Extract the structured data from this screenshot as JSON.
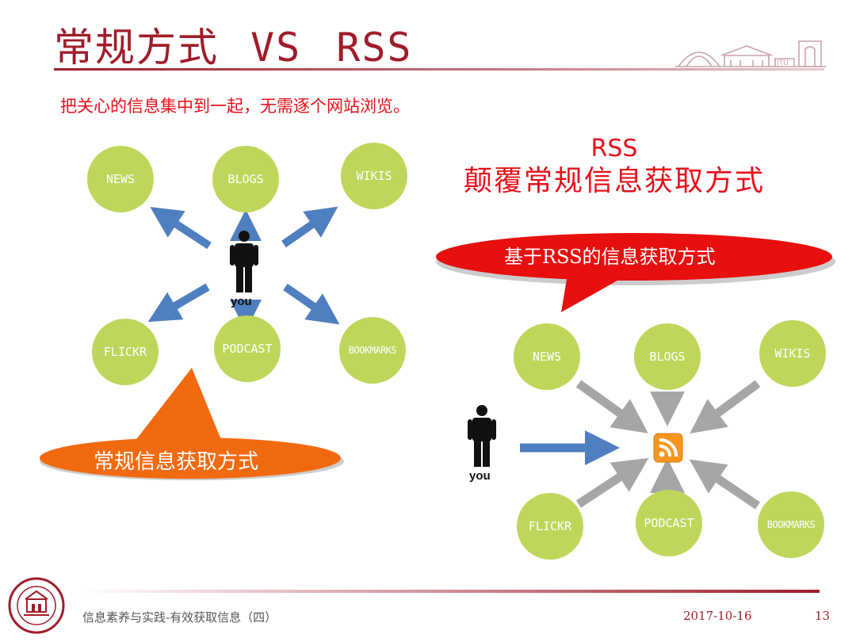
{
  "slide": {
    "title_main": "常规方式",
    "title_vs": "VS",
    "title_rss": "RSS",
    "subtitle": "把关心的信息集中到一起，无需逐个网站浏览。"
  },
  "rss_heading": {
    "line1": "RSS",
    "line2": "颠覆常规信息获取方式"
  },
  "left_diagram": {
    "nodes": [
      "NEWS",
      "BLOGS",
      "WIKIS",
      "FLICKR",
      "PODCAST",
      "BOOKMARKS"
    ],
    "person_label": "you",
    "callout": "常规信息获取方式"
  },
  "right_diagram": {
    "nodes": [
      "NEWS",
      "BLOGS",
      "WIKIS",
      "FLICKR",
      "PODCAST",
      "BOOKMARKS"
    ],
    "person_label": "you",
    "callout": "基于RSS的信息获取方式",
    "center_icon": "rss-feed-icon"
  },
  "footer": {
    "course": "信息素养与实践-有效获取信息（四）",
    "date": "2017-10-16",
    "page": "13"
  },
  "colors": {
    "title": "#a01c2a",
    "accent_red": "#e8101a",
    "node_green": "#bed75a",
    "arrow_blue": "#4f7fc0",
    "arrow_gray": "#a6a6a6",
    "callout_orange": "#f26a10"
  }
}
